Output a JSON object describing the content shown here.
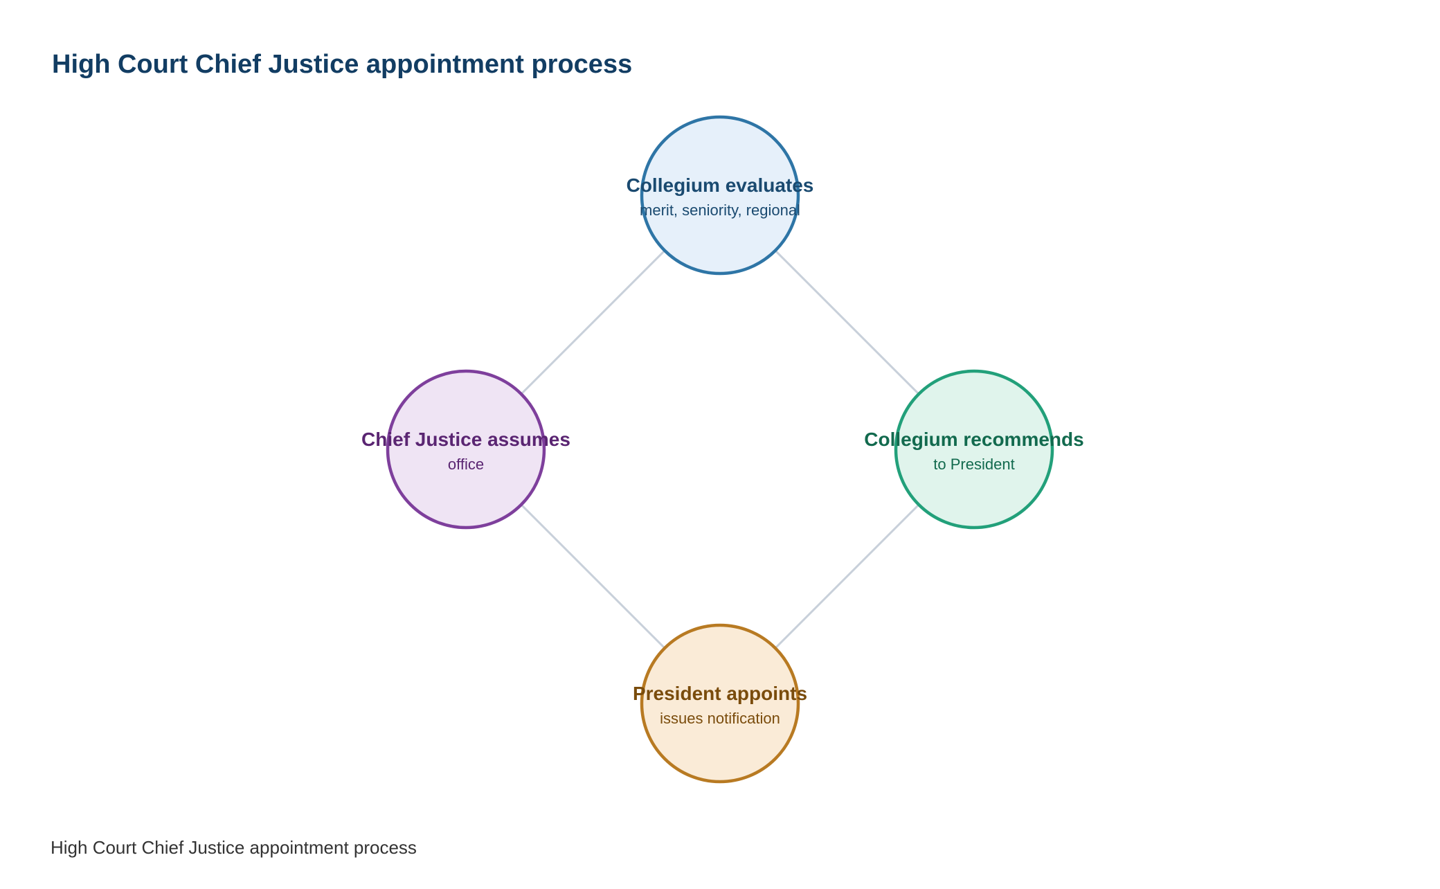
{
  "title": "High Court Chief Justice appointment process",
  "caption": "High Court Chief Justice appointment process",
  "colors": {
    "title": "#123d63",
    "connector": "#c8d0da",
    "caption": "#333333"
  },
  "nodes": [
    {
      "id": "collegium-evaluates",
      "title": "Collegium evaluates",
      "subtitle": "merit, seniority, regional",
      "stroke": "#2e75a6",
      "fill": "#e6f0fa",
      "text_color": "#1a4a70"
    },
    {
      "id": "collegium-recommends",
      "title": "Collegium recommends",
      "subtitle": "to President",
      "stroke": "#22a07a",
      "fill": "#e0f4ec",
      "text_color": "#126a4e"
    },
    {
      "id": "president-appoints",
      "title": "President appoints",
      "subtitle": "issues notification",
      "stroke": "#b87a22",
      "fill": "#faebd7",
      "text_color": "#7a4c0c"
    },
    {
      "id": "chief-justice-assumes",
      "title": "Chief Justice assumes",
      "subtitle": "office",
      "stroke": "#7e3f9c",
      "fill": "#efe4f4",
      "text_color": "#5a2572"
    }
  ],
  "edges": [
    [
      "collegium-evaluates",
      "collegium-recommends"
    ],
    [
      "collegium-recommends",
      "president-appoints"
    ],
    [
      "president-appoints",
      "chief-justice-assumes"
    ],
    [
      "chief-justice-assumes",
      "collegium-evaluates"
    ]
  ]
}
